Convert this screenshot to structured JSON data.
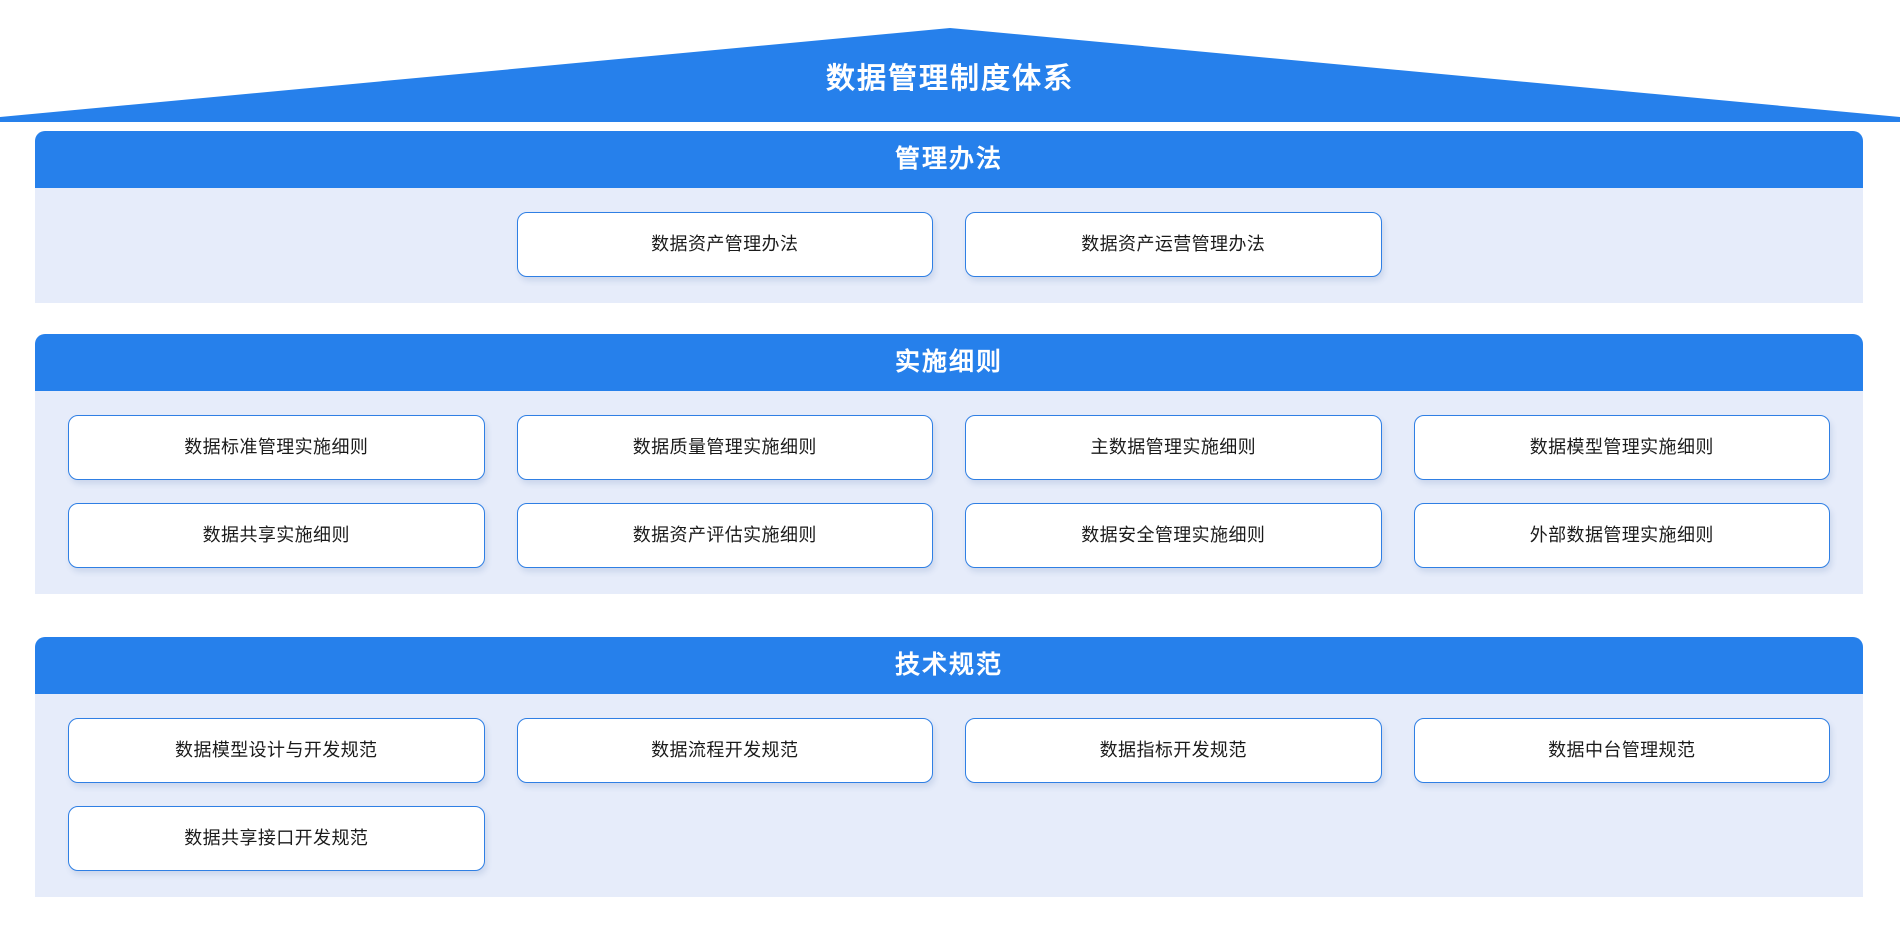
{
  "diagram": {
    "title": "数据管理制度体系",
    "roof_color": "#2680eb",
    "header_color": "#2680eb",
    "body_color": "#e6ecfa",
    "card_border_color": "#2f7fe4",
    "card_bg_color": "#ffffff",
    "text_color": "#1b1b1b"
  },
  "sections": [
    {
      "id": "management-measures",
      "title": "管理办法",
      "cards": [
        {
          "label": "数据资产管理办法"
        },
        {
          "label": "数据资产运营管理办法"
        }
      ]
    },
    {
      "id": "implementation-rules",
      "title": "实施细则",
      "cards": [
        {
          "label": "数据标准管理实施细则"
        },
        {
          "label": "数据质量管理实施细则"
        },
        {
          "label": "主数据管理实施细则"
        },
        {
          "label": "数据模型管理实施细则"
        },
        {
          "label": "数据共享实施细则"
        },
        {
          "label": "数据资产评估实施细则"
        },
        {
          "label": "数据安全管理实施细则"
        },
        {
          "label": "外部数据管理实施细则"
        }
      ]
    },
    {
      "id": "technical-standards",
      "title": "技术规范",
      "cards": [
        {
          "label": "数据模型设计与开发规范"
        },
        {
          "label": "数据流程开发规范"
        },
        {
          "label": "数据指标开发规范"
        },
        {
          "label": "数据中台管理规范"
        },
        {
          "label": "数据共享接口开发规范"
        }
      ]
    }
  ]
}
